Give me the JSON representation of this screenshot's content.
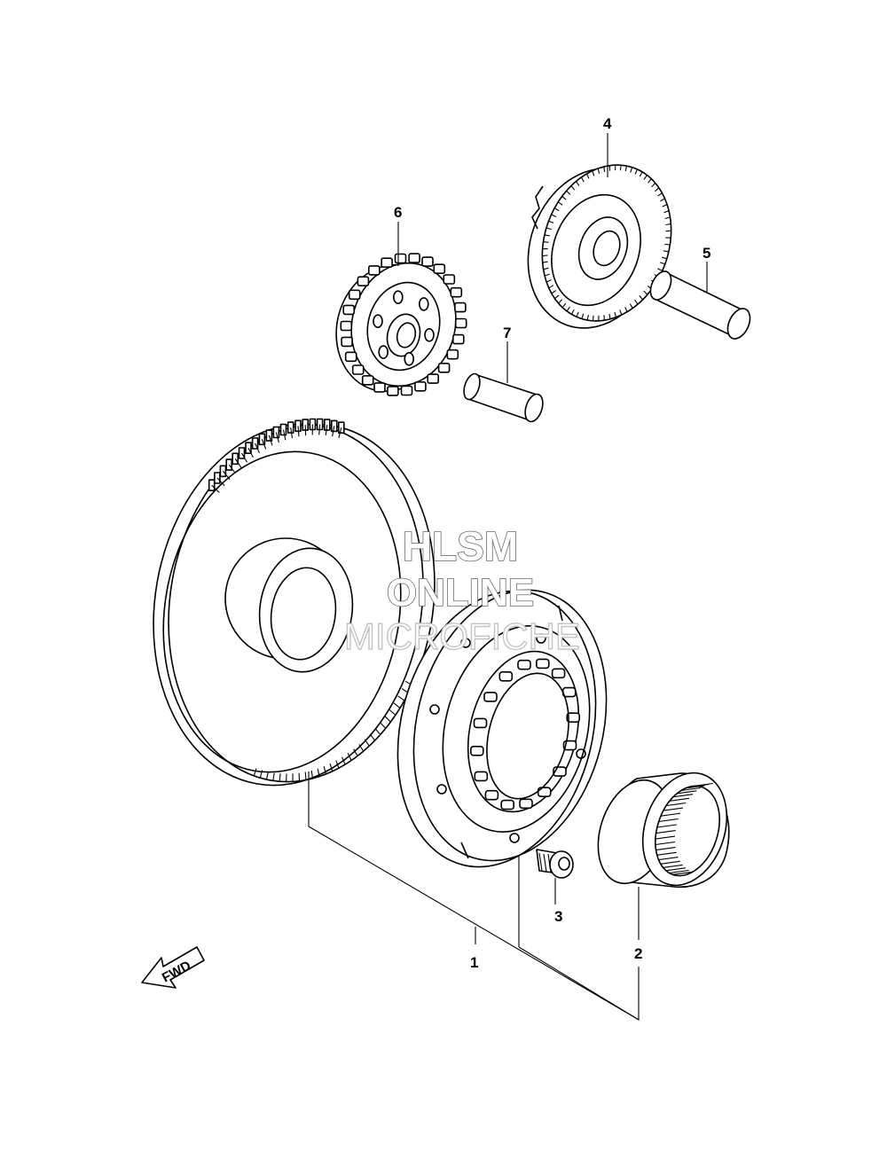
{
  "callouts": [
    {
      "id": "1",
      "label": "1"
    },
    {
      "id": "2",
      "label": "2"
    },
    {
      "id": "3",
      "label": "3"
    },
    {
      "id": "4",
      "label": "4"
    },
    {
      "id": "5",
      "label": "5"
    },
    {
      "id": "6",
      "label": "6"
    },
    {
      "id": "7",
      "label": "7"
    }
  ],
  "direction_indicator": {
    "label": "FWD",
    "icon": "fwd-arrow-icon"
  },
  "watermark": {
    "line1": "HLSM",
    "line2": "ONLINE",
    "line3": "MICROFICHE"
  },
  "colors": {
    "line": "#000000",
    "background": "#ffffff",
    "watermark": "#6a6a6a"
  }
}
